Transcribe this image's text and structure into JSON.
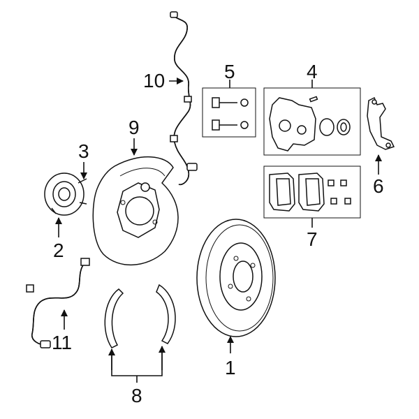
{
  "callouts": {
    "rotor": "1",
    "hub": "2",
    "hub_bolt": "3",
    "caliper": "4",
    "caliper_bolts": "5",
    "caliper_bracket": "6",
    "brake_pads": "7",
    "parking_shoes": "8",
    "dust_shield": "9",
    "abs_sensor_front": "10",
    "abs_sensor_rear": "11"
  }
}
